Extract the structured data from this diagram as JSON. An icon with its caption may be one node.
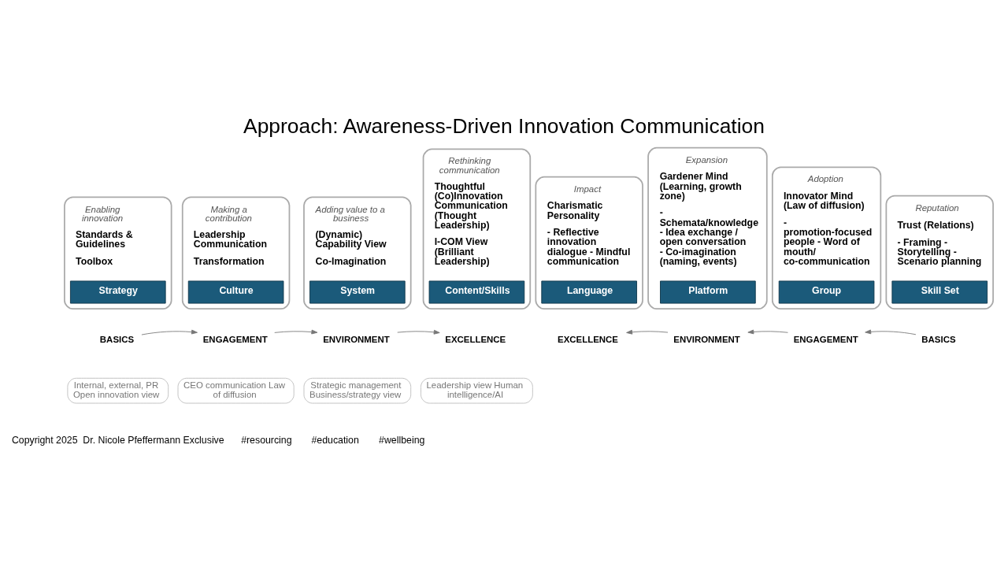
{
  "diagram": {
    "title": "Approach: Awareness-Driven Innovation Communication",
    "nodes": [
      {
        "text": [
          "Standards & Guidelines",
          "Toolbox"
        ],
        "beside": [
          "Enabling innovation"
        ]
      },
      {
        "text": [
          "Strategy"
        ],
        "in": 0
      },
      {
        "text": [
          "Leadership Communication",
          "Transformation"
        ],
        "beside": [
          "Making a contribution"
        ]
      },
      {
        "text": [
          "Culture"
        ],
        "in": 2
      },
      {
        "text": [
          "(Dynamic) Capability View",
          "Co-Imagination"
        ],
        "beside": [
          "Adding value to a business"
        ]
      },
      {
        "text": [
          "System"
        ],
        "in": 4
      },
      {
        "text": [
          "Thoughtful (Co)Innovation Communication (Thought Leadership)",
          "I-COM View (Brilliant Leadership)"
        ],
        "beside": [
          "Rethinking communication"
        ]
      },
      {
        "text": [
          "Content/Skills"
        ],
        "in": 6
      },
      {
        "text": [
          "Charismatic Personality",
          "- Reflective innovation dialogue - Mindful communication"
        ],
        "beside": [
          "Impact"
        ]
      },
      {
        "text": [
          "Language"
        ],
        "in": 8
      },
      {
        "text": [
          "Gardener Mind (Learning, growth zone)",
          "- Schemata/knowledge - Idea exchange / open conversation - Co-imagination (naming, events)"
        ],
        "beside": [
          "Expansion"
        ]
      },
      {
        "text": [
          "Platform"
        ],
        "in": 10
      },
      {
        "text": [
          "Innovator Mind (Law of diffusion)",
          "- promotion-focused people - Word of mouth/ co-communication"
        ],
        "beside": [
          "Adoption"
        ]
      },
      {
        "text": [
          "Group"
        ],
        "in": 12
      },
      {
        "text": [
          "Trust (Relations)",
          "- Framing - Storytelling - Scenario planning"
        ],
        "beside": [
          "Reputation"
        ]
      },
      {
        "text": [
          "Skill Set"
        ],
        "in": 14
      },
      {
        "text": [
          "BASICS"
        ]
      },
      {
        "text": [
          "ENGAGEMENT"
        ]
      },
      {
        "text": [
          "ENVIRONMENT"
        ]
      },
      {
        "text": [
          "EXCELLENCE"
        ]
      },
      {
        "text": [
          "EXCELLENCE"
        ]
      },
      {
        "text": [
          "ENVIRONMENT"
        ]
      },
      {
        "text": [
          "ENGAGEMENT"
        ]
      },
      {
        "text": [
          "BASICS"
        ]
      }
    ],
    "edges": [
      {
        "from": 16,
        "to": 17,
        "arrow": "to"
      },
      {
        "from": 17,
        "to": 18,
        "arrow": "to"
      },
      {
        "from": 18,
        "to": 19,
        "arrow": "to"
      },
      {
        "from": 23,
        "to": 22,
        "arrow": "to"
      },
      {
        "from": 22,
        "to": 21,
        "arrow": "to"
      },
      {
        "from": 21,
        "to": 20,
        "arrow": "to"
      }
    ],
    "labels": [
      "Internal, external, PR Open innovation view",
      "CEO communication Law of diffusion",
      "Strategic management Business/strategy view",
      "Leadership view Human intelligence/AI",
      "Copyright 2025  Dr. Nicole Pfeffermann Exclusive",
      "#resourcing",
      "#education",
      "#wellbeing"
    ]
  }
}
